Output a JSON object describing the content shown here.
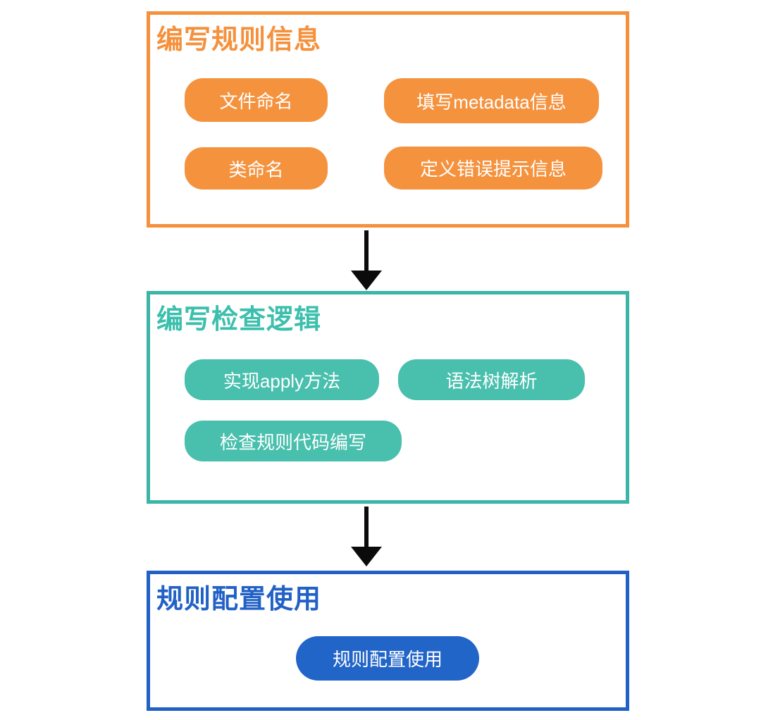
{
  "colors": {
    "background": "#ffffff",
    "orange": "#f5913d",
    "teal": "#3cbfac",
    "blue": "#2161c6",
    "pill_text": "#ffffff",
    "arrow": "#000000"
  },
  "flow": {
    "sections": [
      {
        "id": "rule-info",
        "title": "编写规则信息",
        "accent": "#f5913d",
        "pills": [
          {
            "label": "文件命名"
          },
          {
            "label": "填写metadata信息"
          },
          {
            "label": "类命名"
          },
          {
            "label": "定义错误提示信息"
          }
        ]
      },
      {
        "id": "check-logic",
        "title": "编写检查逻辑",
        "accent": "#3cbfac",
        "pills": [
          {
            "label": "实现apply方法"
          },
          {
            "label": "语法树解析"
          },
          {
            "label": "检查规则代码编写"
          }
        ]
      },
      {
        "id": "rule-config",
        "title": "规则配置使用",
        "accent": "#2161c6",
        "pills": [
          {
            "label": "规则配置使用"
          }
        ]
      }
    ],
    "connectors": [
      {
        "name": "arrow-down",
        "from": "rule-info",
        "to": "check-logic"
      },
      {
        "name": "arrow-down",
        "from": "check-logic",
        "to": "rule-config"
      }
    ]
  }
}
